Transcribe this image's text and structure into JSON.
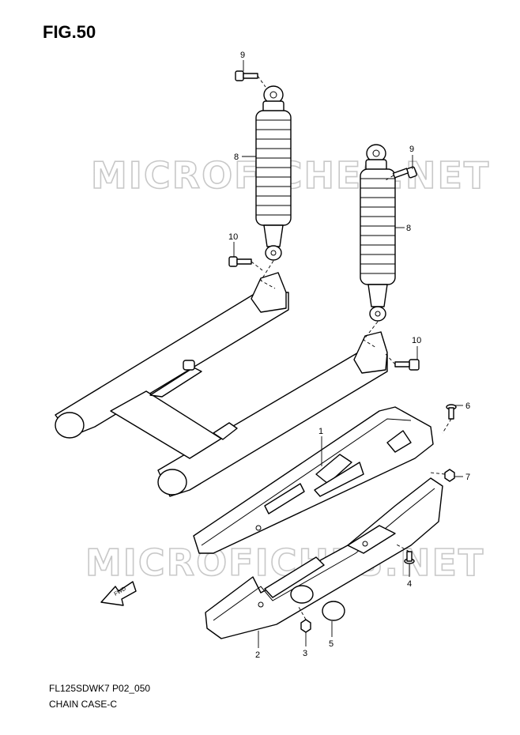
{
  "figure": {
    "title": "FIG.50"
  },
  "footer": {
    "model_code": "FL125SDWK7 P02_050",
    "caption": "CHAIN CASE-C"
  },
  "watermark": {
    "text": "MICROFICHES.NET"
  },
  "fwd_arrow": {
    "label": "FWD"
  },
  "callouts": {
    "c1": "1",
    "c2": "2",
    "c3": "3",
    "c4": "4",
    "c5": "5",
    "c6": "6",
    "c7": "7",
    "c8a": "8",
    "c8b": "8",
    "c9a": "9",
    "c9b": "9",
    "c10a": "10",
    "c10b": "10"
  }
}
